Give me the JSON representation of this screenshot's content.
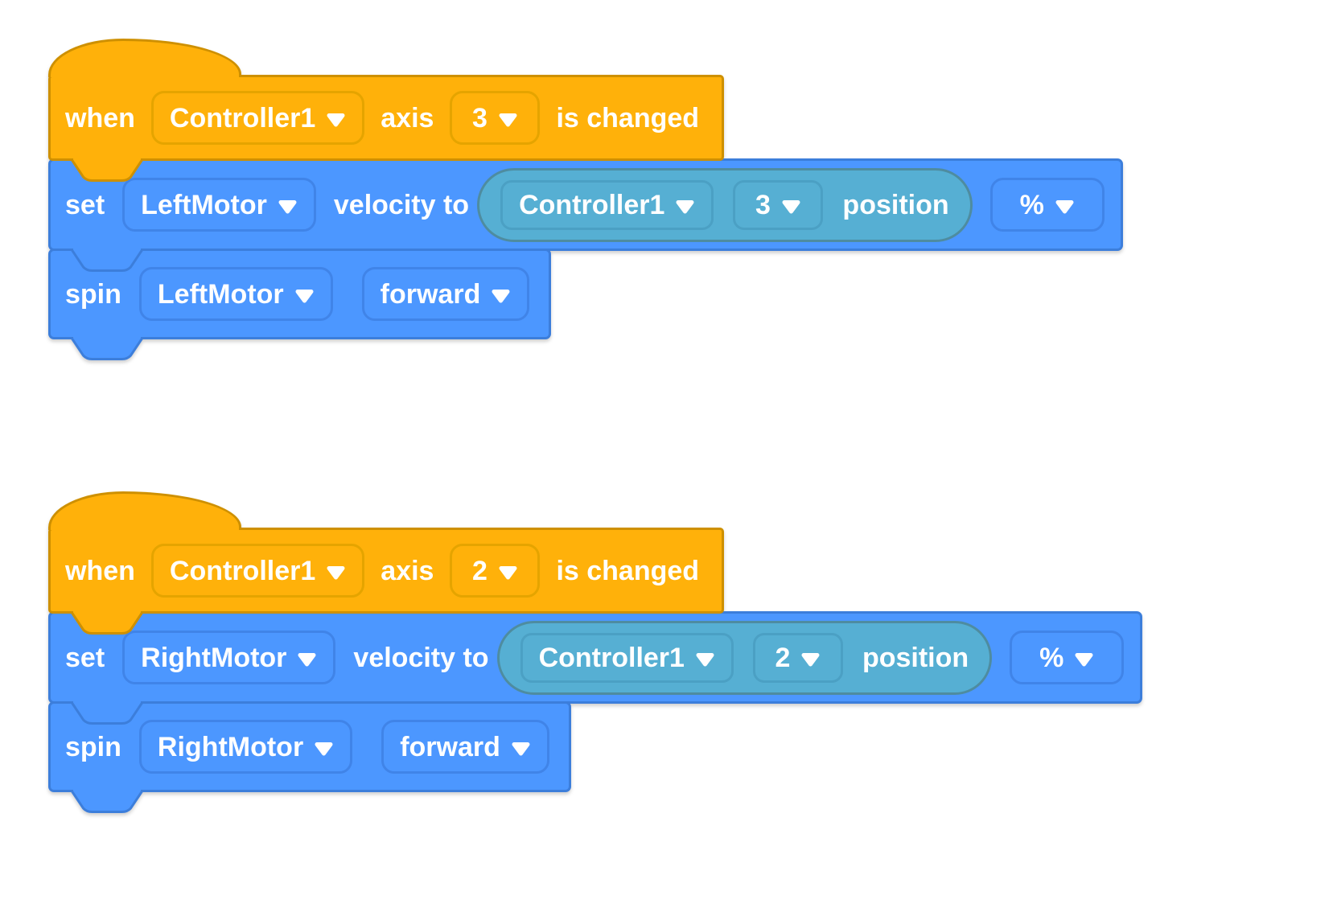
{
  "app": "block-coding-workspace",
  "colors": {
    "canvas-bg": "#ffffff",
    "hat-fill": "#FFB10A",
    "hat-border": "#CE9000",
    "hat-field-border": "#E5A400",
    "cmd-fill": "#4C97FF",
    "cmd-border": "#3C7EDB",
    "cmd-field-border": "#4084E8",
    "reporter-fill": "#56AFD3",
    "reporter-border": "#4E8CA0",
    "reporter-field-border": "#4BA0C4",
    "text": "#ffffff"
  },
  "stacks": [
    {
      "hat": {
        "prefix": "when",
        "controller": "Controller1",
        "axis_word": "axis",
        "axis_value": "3",
        "suffix": "is changed"
      },
      "set_block": {
        "verb": "set",
        "motor": "LeftMotor",
        "middle": "velocity to",
        "reporter": {
          "controller": "Controller1",
          "axis_value": "3",
          "suffix": "position"
        },
        "unit": "%"
      },
      "spin_block": {
        "verb": "spin",
        "motor": "LeftMotor",
        "direction": "forward"
      }
    },
    {
      "hat": {
        "prefix": "when",
        "controller": "Controller1",
        "axis_word": "axis",
        "axis_value": "2",
        "suffix": "is changed"
      },
      "set_block": {
        "verb": "set",
        "motor": "RightMotor",
        "middle": "velocity to",
        "reporter": {
          "controller": "Controller1",
          "axis_value": "2",
          "suffix": "position"
        },
        "unit": "%"
      },
      "spin_block": {
        "verb": "spin",
        "motor": "RightMotor",
        "direction": "forward"
      }
    }
  ]
}
